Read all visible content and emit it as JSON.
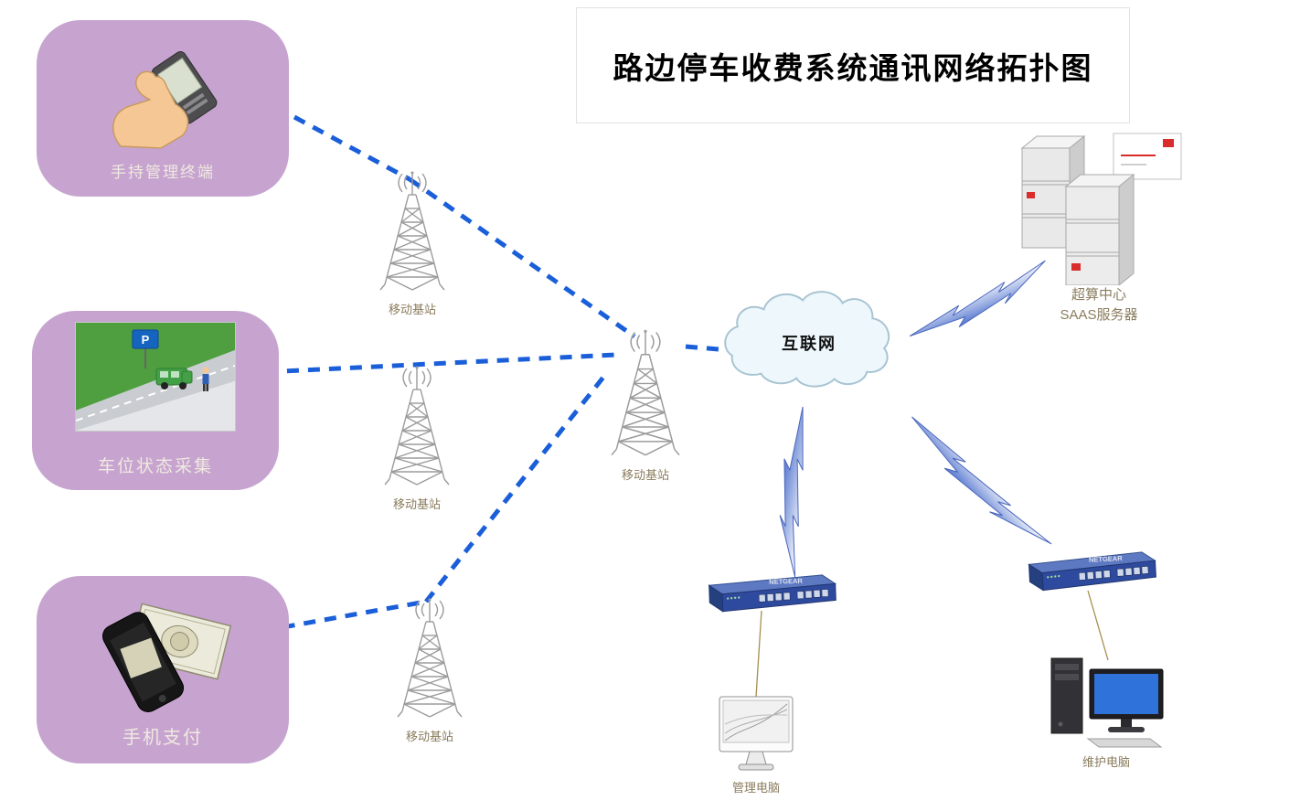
{
  "title": "路边停车收费系统通讯网络拓扑图",
  "endpoints": {
    "handheld": {
      "label": "手持管理终端"
    },
    "parking": {
      "label": "车位状态采集",
      "sign": "P"
    },
    "payment": {
      "label": "手机支付"
    }
  },
  "towers": {
    "tower1": {
      "label": "移动基站"
    },
    "tower2": {
      "label": "移动基站"
    },
    "tower3": {
      "label": "移动基站"
    },
    "center": {
      "label": "移动基站"
    }
  },
  "cloud": {
    "label": "互联网"
  },
  "server": {
    "label_line1": "超算中心",
    "label_line2": "SAAS服务器"
  },
  "switches": {
    "switch1": {
      "brand": "NETGEAR"
    },
    "switch2": {
      "brand": "NETGEAR"
    }
  },
  "computers": {
    "management": {
      "label": "管理电脑"
    },
    "maintenance": {
      "label": "维护电脑"
    }
  },
  "icons": {
    "hand-terminal-icon": "hand holding handheld terminal",
    "parking-scene-icon": "street parking illustration",
    "phone-cash-icon": "smartphone with banknote",
    "cell-tower-icon": "lattice radio mast with antenna waves",
    "internet-cloud-icon": "cloud",
    "server-rack-icon": "two 3D server cabinets",
    "mail-envelope-icon": "letter with red stamp",
    "network-switch-icon": "blue ethernet switch",
    "imac-monitor-icon": "all-in-one monitor",
    "desktop-pc-icon": "tower pc with monitor and keyboard",
    "lightning-link-icon": "blue lightning bolt connector",
    "dashed-wireless-link": "blue dashed wireless link"
  },
  "colors": {
    "panel_purple": "#c7a4d0",
    "dashed_link_blue": "#1a5fd9",
    "bolt_blue": "#5577cf",
    "label_tan": "#8a7c5d",
    "cloud_fill": "#edf7fc",
    "switch_blue": "#2e4a9e",
    "accent_red": "#d92c2c",
    "screen_blue": "#2f72d9",
    "grass_green": "#4f9e3f",
    "title_black": "#000000"
  }
}
